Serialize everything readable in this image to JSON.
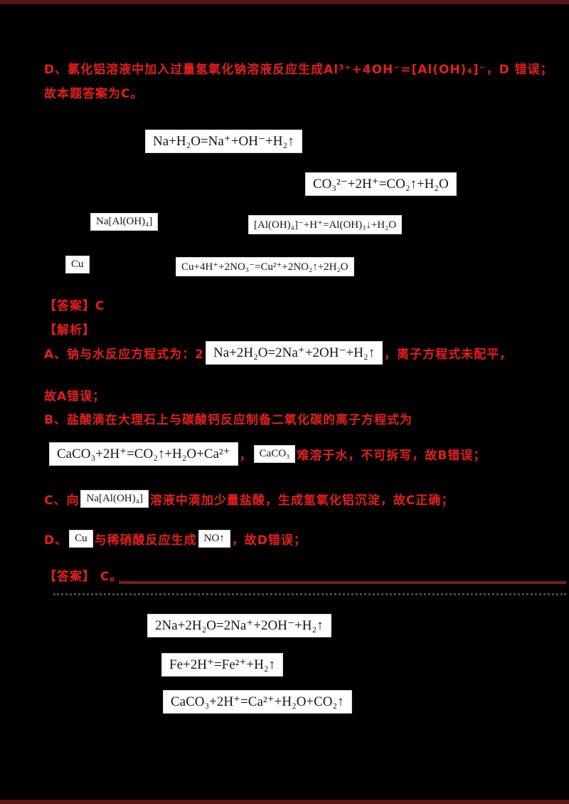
{
  "colors": {
    "background": "#000000",
    "highlight_red": "#e41e1e",
    "formula_box_bg": "#ffffff",
    "formula_text": "#151515",
    "underline_dark_red": "#7a1c1c"
  },
  "prev_solution": {
    "line_d": "D、氯化铝溶液中加入过量氢氧化钠溶液反应生成Al³⁺+4OH⁻=[Al(OH)₄]⁻，D 错误；",
    "conclusion": "故本题答案为C。"
  },
  "question_options": {
    "a_equation": "Na+H₂O=Na⁺+OH⁻+H₂↑",
    "b_equation": "CO₃²⁻+2H⁺=CO₂↑+H₂O",
    "c_reagent": "Na[Al(OH)₄]",
    "c_equation": "[Al(OH)₄]⁻+H⁺=Al(OH)₃↓+H₂O",
    "d_reagent": "Cu",
    "d_equation": "Cu+4H⁺+2NO₃⁻=Cu²⁺+2NO₂↑+2H₂O"
  },
  "solution": {
    "answer_label": "【答案】C",
    "analysis_label": "【解析】",
    "a_prefix": "A、钠与水反应方程式为：2",
    "a_formula": "Na+2H₂O=2Na⁺+2OH⁻+H₂↑",
    "a_suffix": "，离子方程式未配平，",
    "a_conclusion": "故A错误；",
    "b_text": "B、盐酸滴在大理石上与碳酸钙反应制备二氧化碳的离子方程式为",
    "b_formula": "CaCO₃+2H⁺=CO₂↑+H₂O+Ca²⁺",
    "b_comma": "，",
    "b_compound": "CaCO₃",
    "b_suffix": "难溶于水，不可拆写，故B错误；",
    "c_prefix": "C、向",
    "c_compound": "Na[Al(OH)₄]",
    "c_suffix": "溶液中滴加少量盐酸，生成氢氧化铝沉淀，故C正确；",
    "d_prefix": "D、",
    "d_compound": "Cu",
    "d_middle": "与稀硝酸反应生成",
    "d_gas": "NO↑",
    "d_suffix": "，故D错误；",
    "final_answer": "【答案】 C。"
  },
  "summary_equations": {
    "sodium_water": "2Na+2H₂O=2Na⁺+2OH⁻+H₂↑",
    "metal_acid": "Fe+2H⁺=Fe²⁺+H₂↑",
    "carbonate_acid": "CaCO₃+2H⁺=Ca²⁺+H₂O+CO₂↑"
  }
}
